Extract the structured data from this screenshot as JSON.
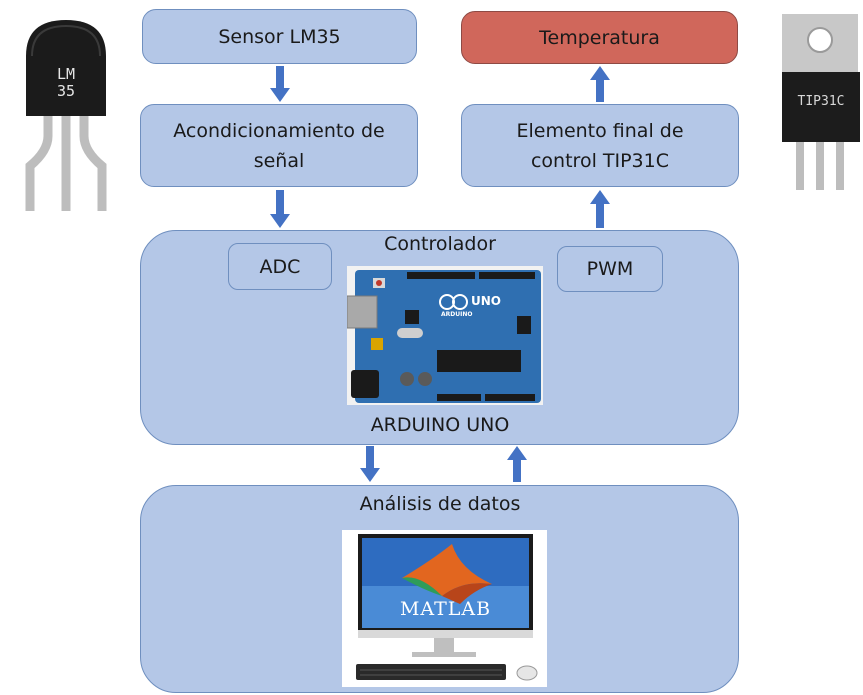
{
  "sensor": {
    "label": "Sensor LM35"
  },
  "conditioning": {
    "label": "Acondicionamiento de señal"
  },
  "output": {
    "label": "Temperatura"
  },
  "actuator": {
    "label": "Elemento final de control TIP31C"
  },
  "controller": {
    "title": "Controlador",
    "adc_label": "ADC",
    "pwm_label": "PWM",
    "board_name": "ARDUINO UNO",
    "board_logo_text": "UNO",
    "board_sublogo": "ARDUINO"
  },
  "analysis": {
    "title": "Análisis de datos",
    "software_name": "MATLAB"
  },
  "lm35": {
    "marking_line1": "LM",
    "marking_line2": "35"
  },
  "tip31c": {
    "marking": "TIP31C"
  },
  "colors": {
    "box_fill": "#b4c7e7",
    "box_border": "#6f8fbf",
    "output_fill": "#d0675b",
    "arrow": "#4472c4"
  }
}
